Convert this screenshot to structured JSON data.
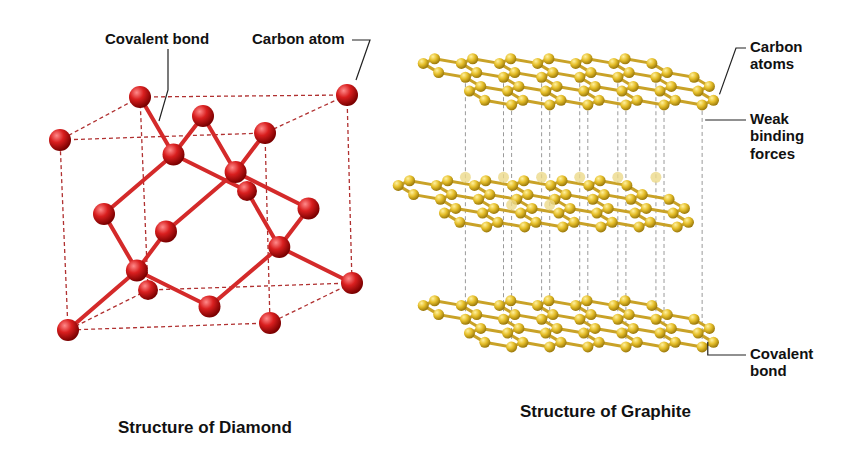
{
  "diagram": {
    "labels": [
      "Covalent bond",
      "Carbon atom",
      "Carbon atoms",
      "Weak binding forces",
      "Covalent bond",
      "Structure of Diamond",
      "Structure of Graphite"
    ]
  }
}
